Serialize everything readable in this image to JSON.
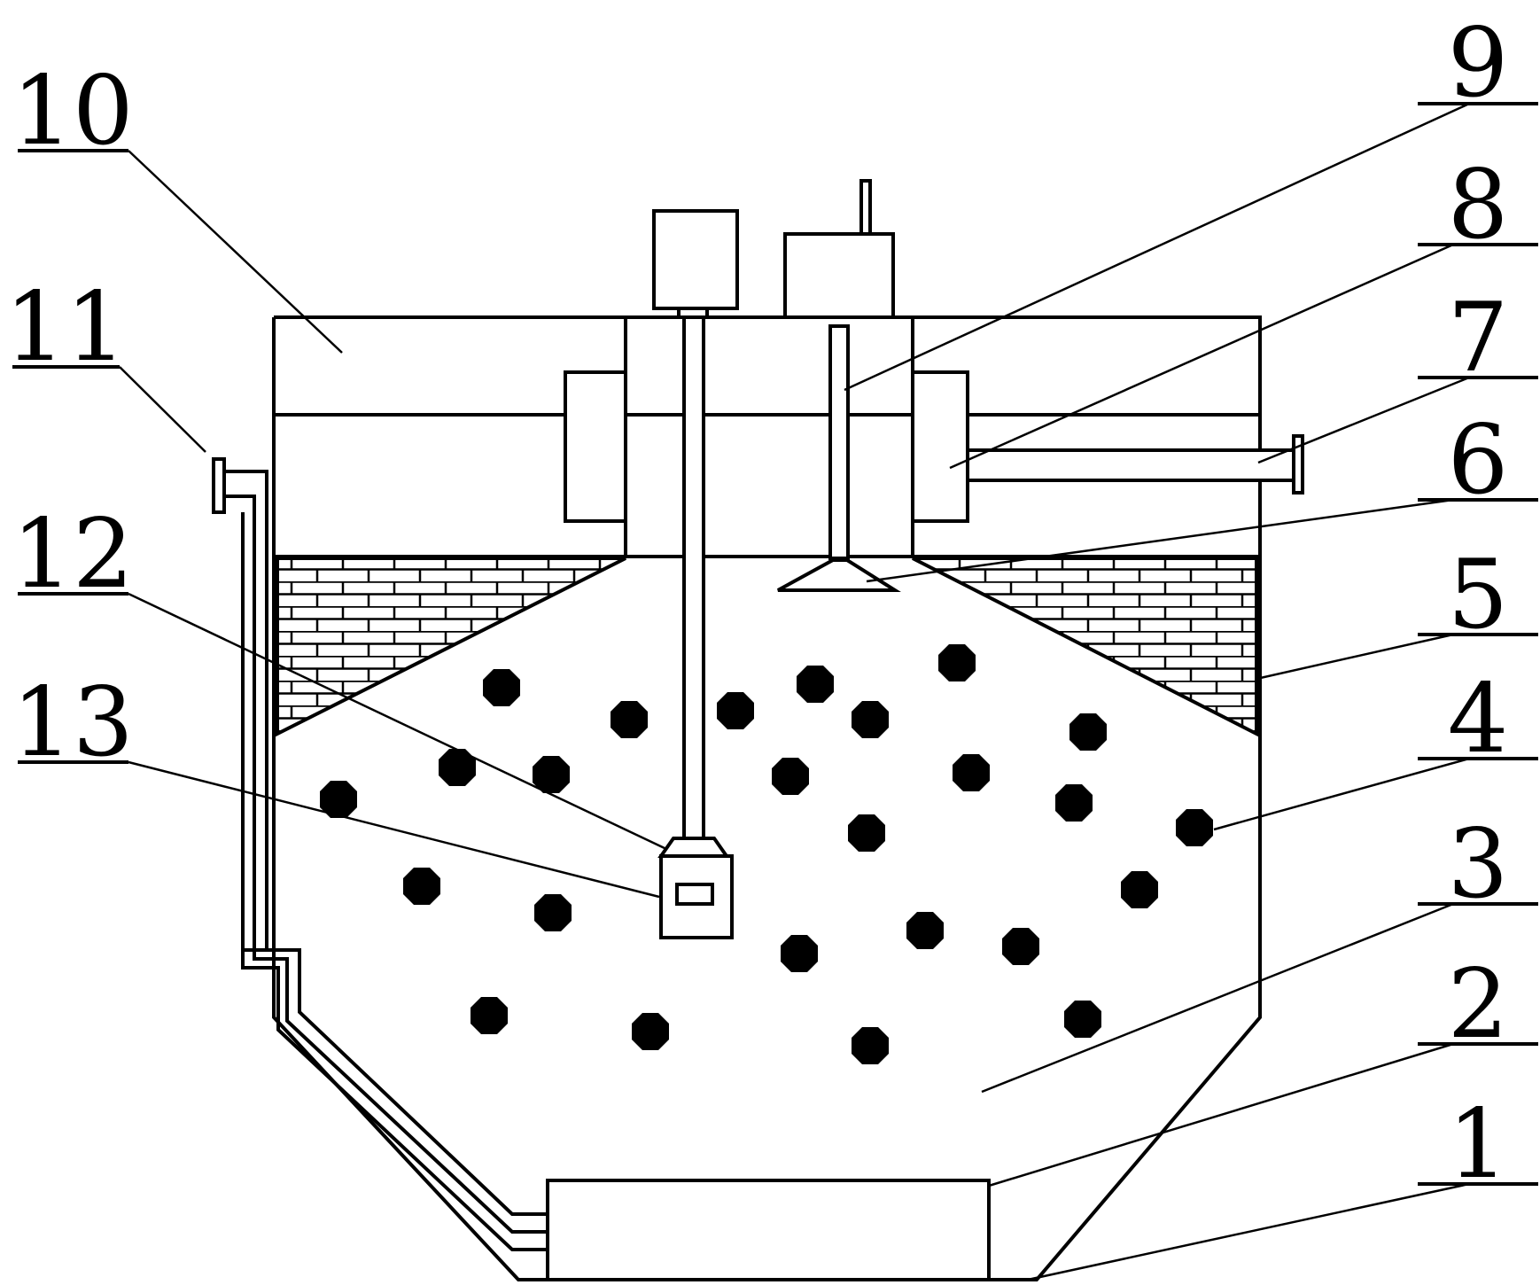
{
  "figure": {
    "callouts": [
      {
        "id": "1",
        "label": "1"
      },
      {
        "id": "2",
        "label": "2"
      },
      {
        "id": "3",
        "label": "3"
      },
      {
        "id": "4",
        "label": "4"
      },
      {
        "id": "5",
        "label": "5"
      },
      {
        "id": "6",
        "label": "6"
      },
      {
        "id": "7",
        "label": "7"
      },
      {
        "id": "8",
        "label": "8"
      },
      {
        "id": "9",
        "label": "9"
      },
      {
        "id": "10",
        "label": "10"
      },
      {
        "id": "11",
        "label": "11"
      },
      {
        "id": "12",
        "label": "12"
      },
      {
        "id": "13",
        "label": "13"
      }
    ],
    "colors": {
      "line": "#000000",
      "background": "#ffffff",
      "particle": "#000000"
    }
  }
}
